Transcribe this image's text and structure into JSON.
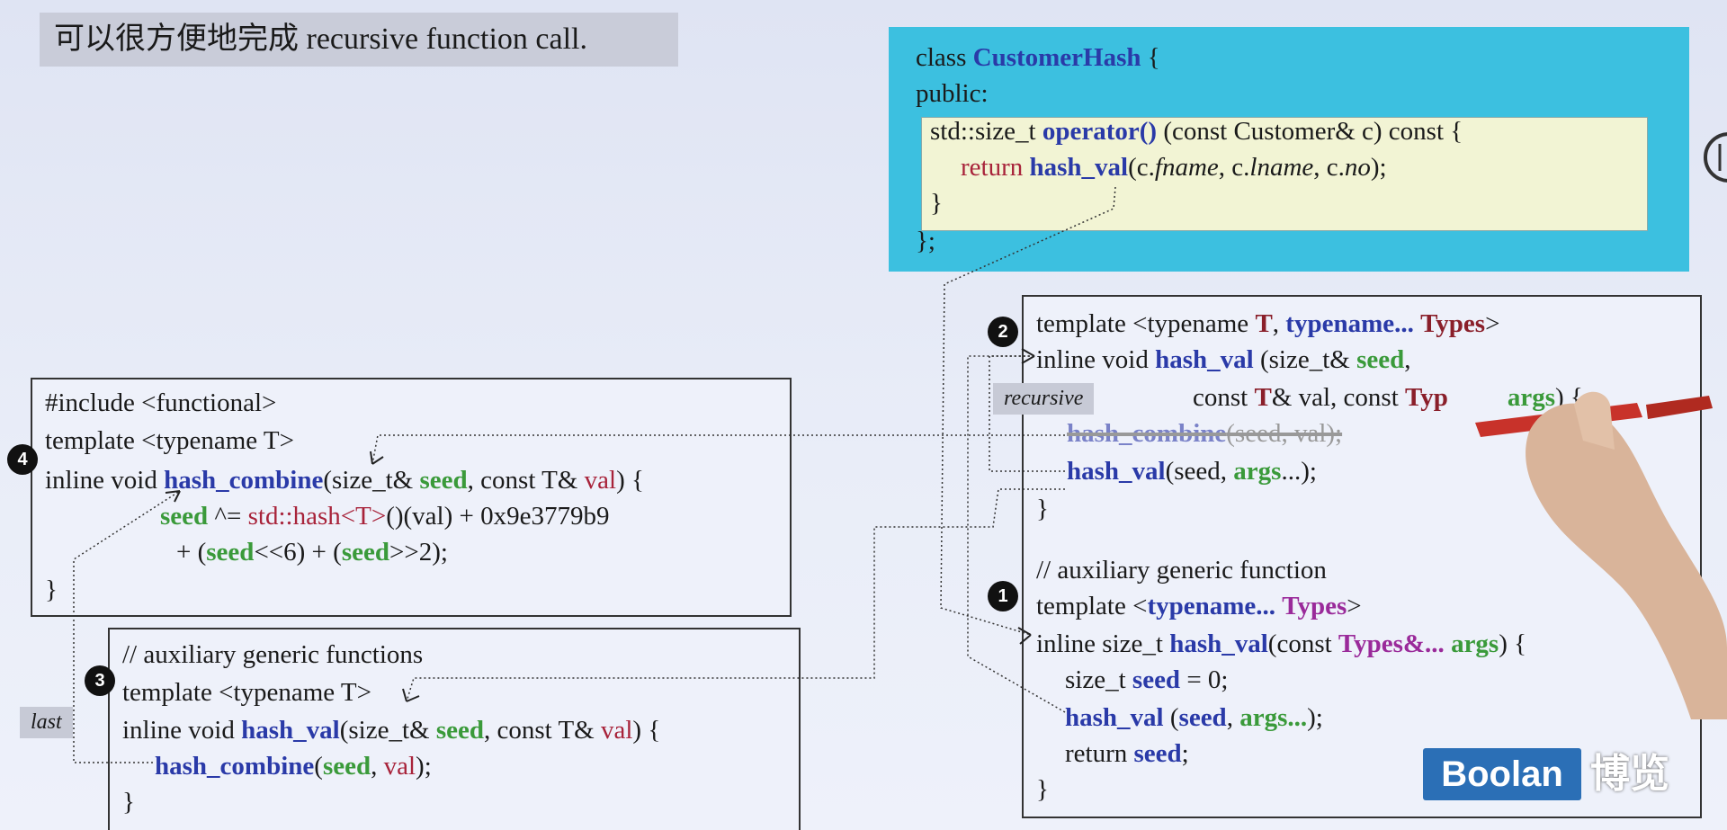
{
  "banner": {
    "text": "可以很方便地完成 recursive function call."
  },
  "class_box": {
    "line1_a": "class ",
    "line1_b": "CustomerHash",
    "line1_c": " {",
    "line2": "public:",
    "line3_a": "std::size_t ",
    "line3_b": "operator()",
    "line3_c": " (const Customer& c) const {",
    "line4_a": "return ",
    "line4_b": "hash_val",
    "line4_c": "(c.",
    "line4_d": "fname",
    "line4_e": ", c.",
    "line4_f": "lname",
    "line4_g": ", c.",
    "line4_h": "no",
    "line4_i": ");",
    "line5": "}",
    "line6": "};"
  },
  "box2": {
    "l1_a": "template <typename ",
    "l1_b": "T",
    "l1_c": ", ",
    "l1_d": "typename...",
    "l1_e": " ",
    "l1_f": "Types",
    "l1_g": ">",
    "l2_a": "inline void ",
    "l2_b": "hash_val",
    "l2_c": " (size_t& ",
    "l2_d": "seed",
    "l2_e": ",",
    "l3_a": "const ",
    "l3_b": "T",
    "l3_c": "& val, const ",
    "l3_d": "Typ",
    "l3_e": "args",
    "l3_f": ") {",
    "l4_a": "hash_combine",
    "l4_b": "(seed, val);",
    "l5_a": "hash_val",
    "l5_b": "(seed, ",
    "l5_c": "args",
    "l5_d": "...);",
    "l6": "}",
    "l7": "// auxiliary generic function",
    "l8_a": "template <",
    "l8_b": "typename...",
    "l8_c": " ",
    "l8_d": "Types",
    "l8_e": ">",
    "l9_a": "inline size_t ",
    "l9_b": "hash_val",
    "l9_c": "(const ",
    "l9_d": "Types&...",
    "l9_e": " ",
    "l9_f": "args",
    "l9_g": ") {",
    "l10_a": "size_t ",
    "l10_b": "seed",
    "l10_c": " = 0;",
    "l11_a": "hash_val",
    "l11_b": " (",
    "l11_c": "seed",
    "l11_d": ", ",
    "l11_e": "args...",
    "l11_f": ");",
    "l12_a": "return ",
    "l12_b": "seed",
    "l12_c": ";",
    "l13": "}"
  },
  "box4": {
    "l1": "#include <functional>",
    "l2": "template <typename T>",
    "l3_a": "inline void ",
    "l3_b": "hash_combine",
    "l3_c": "(size_t& ",
    "l3_d": "seed",
    "l3_e": ", const T& ",
    "l3_f": "val",
    "l3_g": ") {",
    "l4_a": "seed",
    "l4_b": " ^= ",
    "l4_c": "std::hash<T>",
    "l4_d": "()(val) + 0x9e3779b9",
    "l5_a": "+ (",
    "l5_b": "seed",
    "l5_c": "<<6) + (",
    "l5_d": "seed",
    "l5_e": ">>2);",
    "l6": "}"
  },
  "box3": {
    "l1": "// auxiliary generic functions",
    "l2": "template <typename T>",
    "l3_a": "inline void ",
    "l3_b": "hash_val",
    "l3_c": "(size_t& ",
    "l3_d": "seed",
    "l3_e": ", const T& ",
    "l3_f": "val",
    "l3_g": ") {",
    "l4_a": "hash_combine",
    "l4_b": "(",
    "l4_c": "seed",
    "l4_d": ", ",
    "l4_e": "val",
    "l4_f": ");",
    "l5": "}"
  },
  "markers": {
    "m1": "1",
    "m2": "2",
    "m3": "3",
    "m4": "4"
  },
  "tags": {
    "recursive": "recursive",
    "last": "last"
  },
  "logo": {
    "en": "Boolan",
    "cn": "博览"
  },
  "colors": {
    "class_box": "#3cc0e0",
    "logo": "#2b6fb6",
    "keyword_blue": "#2a3aa8",
    "keyword_green": "#3a9a3a",
    "keyword_purple": "#9a2a9a"
  }
}
